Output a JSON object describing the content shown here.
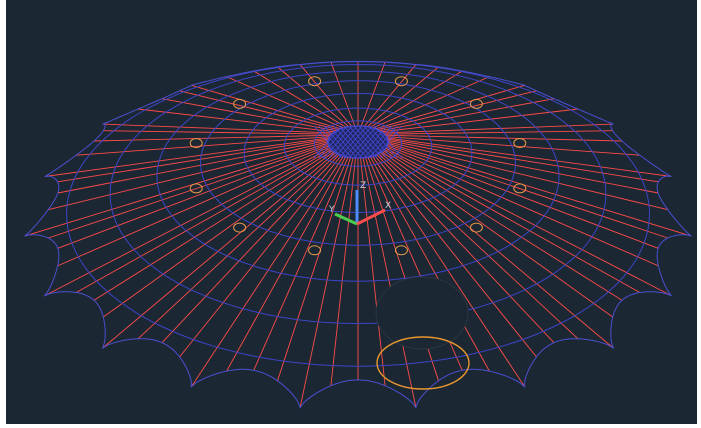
{
  "viewport": {
    "background_color": "#1b2833",
    "frame_color": "#ffffff"
  },
  "model": {
    "radial_rib_color": "#ff4a4a",
    "ring_color": "#3d44c8",
    "rim_color": "#4a4fd0",
    "hole_color": "#e89a4a",
    "large_hole_color": "#e8962e",
    "center_mesh_color": "#4448d8",
    "rim_lobes": 18,
    "radial_ribs": 72,
    "concentric_rings": 7,
    "rim_holes": 12
  },
  "ucs": {
    "x_axis_color": "#ff4d4d",
    "y_axis_color": "#4dcc4d",
    "z_axis_color": "#4d8cff",
    "x_label": "X",
    "y_label": "Y",
    "z_label": "Z"
  }
}
